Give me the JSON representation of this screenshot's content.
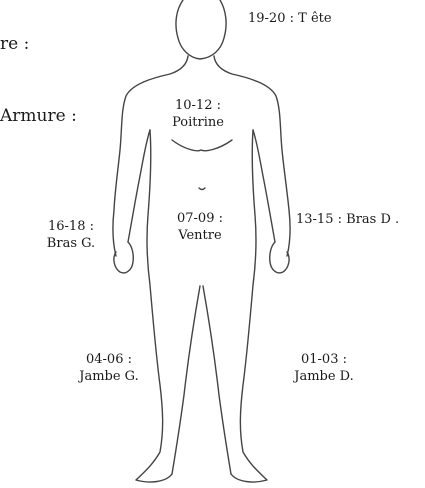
{
  "side_texts": {
    "top_left": "re :",
    "armor_left": "Armure :"
  },
  "zones": {
    "head": {
      "range": "19-20 :",
      "name": "T ête"
    },
    "chest": {
      "range": "10-12 :",
      "name": "Poitrine"
    },
    "left_arm": {
      "range": "16-18 :",
      "name": "Bras G."
    },
    "belly": {
      "range": "07-09 :",
      "name": "Ventre"
    },
    "right_arm": {
      "range": "13-15 :",
      "name": "Bras D ."
    },
    "left_leg": {
      "range": "04-06 :",
      "name": "Jambe G."
    },
    "right_leg": {
      "range": "01-03 :",
      "name": "Jambe D."
    }
  }
}
